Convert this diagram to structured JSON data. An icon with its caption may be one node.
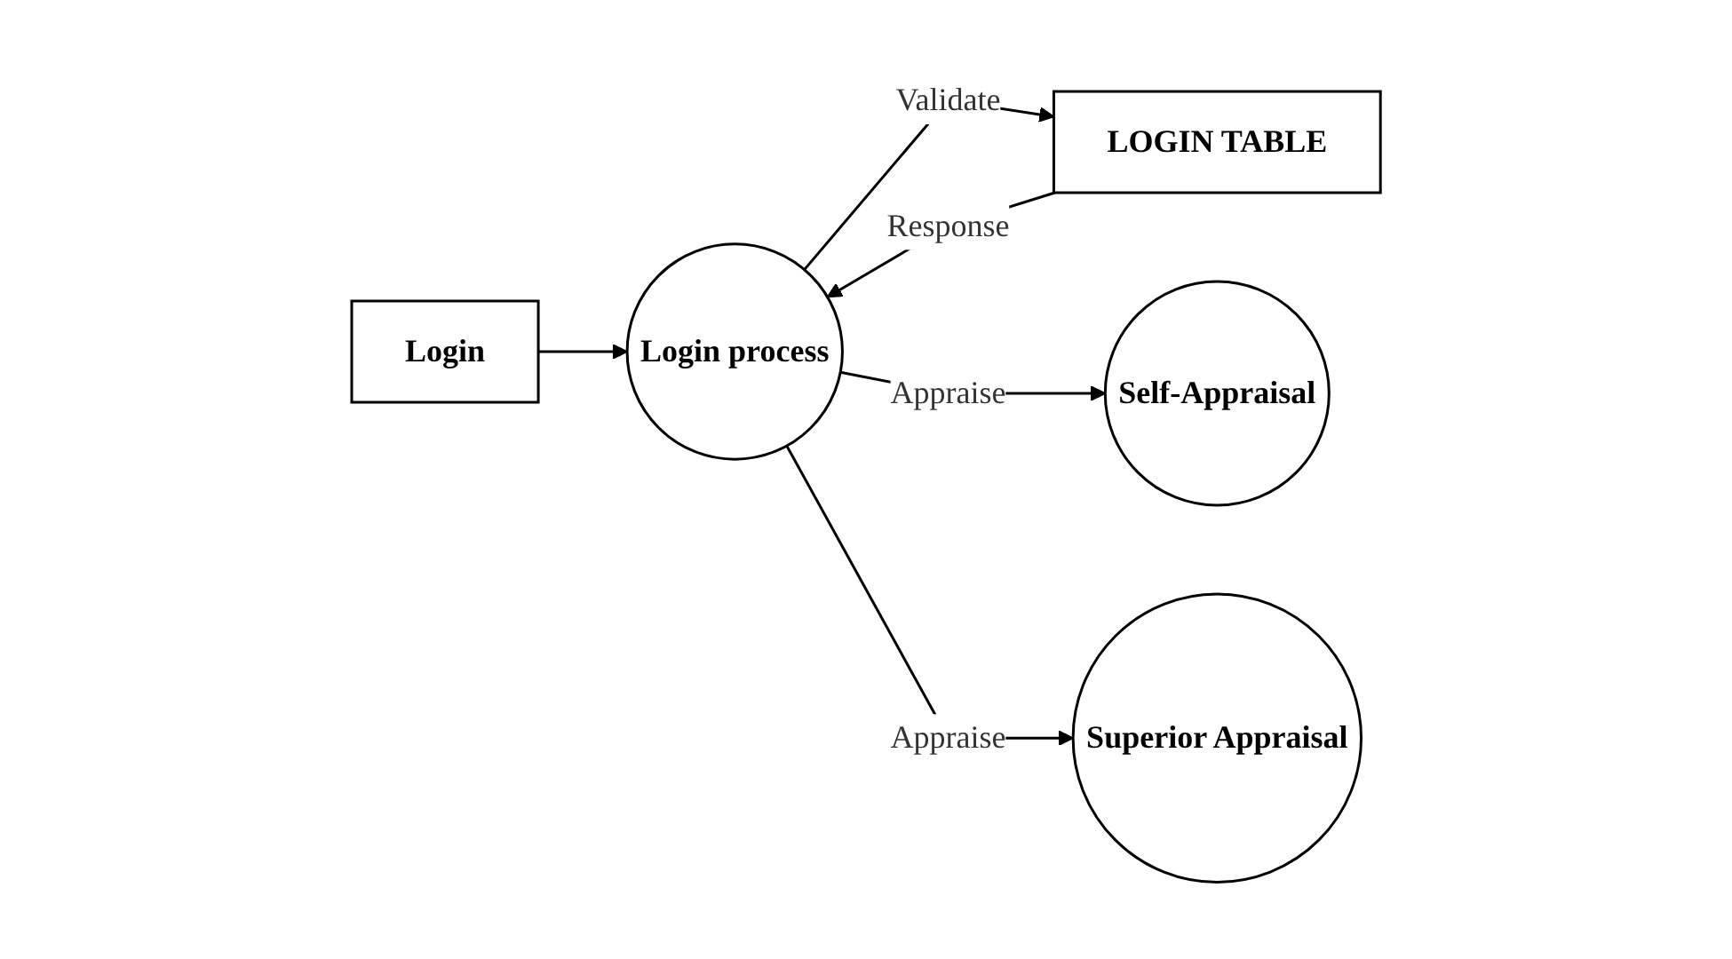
{
  "diagram": {
    "nodes": [
      {
        "text": [
          "Login"
        ]
      },
      {
        "text": [
          "LOGIN TABLE"
        ]
      },
      {
        "text": [
          "Login process"
        ]
      },
      {
        "text": [
          "Self-Appraisal"
        ]
      },
      {
        "text": [
          "Superior Appraisal"
        ]
      }
    ],
    "edges": [
      {
        "from": 0,
        "to": 2,
        "arrow": "to"
      },
      {
        "from": 1,
        "to": 2,
        "arrow": "to",
        "label": "Response"
      },
      {
        "from": 2,
        "to": 1,
        "arrow": "to",
        "label": "Validate"
      },
      {
        "from": 2,
        "to": 3,
        "arrow": "to",
        "label": "Appraise"
      },
      {
        "from": 2,
        "to": 4,
        "arrow": "to",
        "label": "Appraise"
      }
    ]
  }
}
